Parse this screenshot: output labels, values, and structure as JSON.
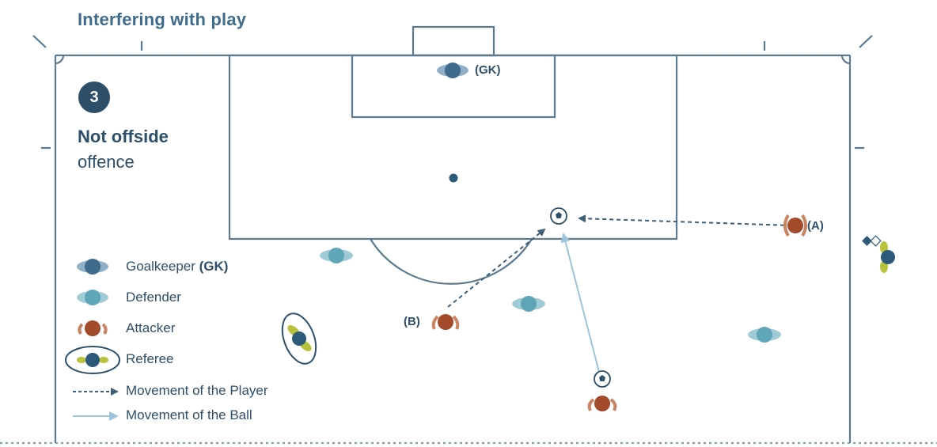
{
  "header": {
    "title": "Interfering with play"
  },
  "scenario": {
    "step_number": "3",
    "verdict_main": "Not offside",
    "verdict_sub": "offence"
  },
  "players": {
    "goalkeeper_tag": "(GK)",
    "attacker_a_tag": "(A)",
    "attacker_b_tag": "(B)"
  },
  "legend": {
    "goalkeeper_label": "Goalkeeper",
    "goalkeeper_abbrev": "(GK)",
    "defender_label": "Defender",
    "attacker_label": "Attacker",
    "referee_label": "Referee",
    "player_movement_label": "Movement of the Player",
    "ball_movement_label": "Movement of the Ball"
  },
  "colors": {
    "pitch_line": "#5d7a8f",
    "goalkeeper": "#3f6b8c",
    "defender": "#5ea6b8",
    "attacker": "#a34a2a",
    "referee_body": "#2e5a7a",
    "referee_kit": "#b8c23d",
    "ball_path": "#9cc4dc",
    "player_path": "#3f5f78"
  },
  "icons": {
    "ball": "soccer-ball-icon",
    "flag": "assistant-referee-flag-icon"
  }
}
